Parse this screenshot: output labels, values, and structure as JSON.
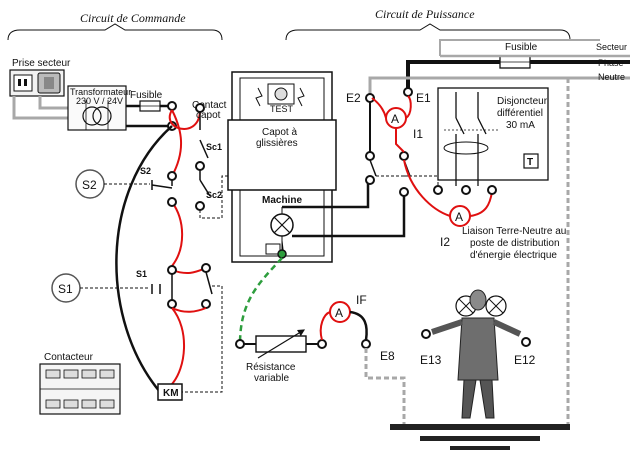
{
  "sections": {
    "control_title": "Circuit de Commande",
    "power_title": "Circuit de Puissance"
  },
  "labels": {
    "socket": "Prise secteur",
    "transformer_line1": "Transformateur",
    "transformer_line2": "230 V / 24V",
    "fuse_control": "Fusible",
    "hood_contact_line1": "Contact",
    "hood_contact_line2": "capot",
    "sc1": "Sc1",
    "sc2": "Sc2",
    "s2": "S2",
    "s1": "S1",
    "s2_button": "S2",
    "s1_button": "S1",
    "contactor": "Contacteur",
    "km": "KM",
    "test": "TEST",
    "hood_line1": "Capot à",
    "hood_line2": "glissières",
    "machine": "Machine",
    "fuse_power": "Fusible",
    "sector": "Secteur",
    "phase": "Phase",
    "neutral": "Neutre",
    "e2": "E2",
    "e1": "E1",
    "i1": "I1",
    "i2": "I2",
    "breaker_line1": "Disjoncteur",
    "breaker_line2": "différentiel",
    "breaker_line3": "30 mA",
    "t_button": "T",
    "earth_link_line1": "Liaison Terre-Neutre au",
    "earth_link_line2": "poste de distribution",
    "earth_link_line3": "d'énergie électrique",
    "ammeter": "A",
    "if": "IF",
    "resistor_line1": "Résistance",
    "resistor_line2": "variable",
    "e8": "E8",
    "e13": "E13",
    "e12": "E12"
  },
  "colors": {
    "wire_black": "#111111",
    "wire_red": "#e01010",
    "wire_gray": "#a8a8a8",
    "wire_green": "#2e9e3e",
    "ground_dark": "#222222"
  }
}
